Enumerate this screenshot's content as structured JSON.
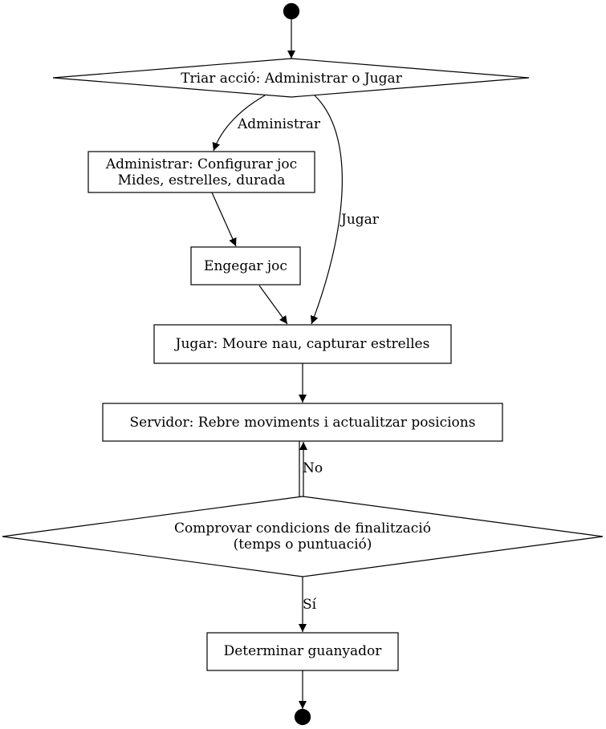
{
  "diagram": {
    "type": "flowchart",
    "nodes": {
      "start": {
        "shape": "circle",
        "label": ""
      },
      "triar": {
        "shape": "diamond",
        "lines": [
          "Triar acció: Administrar o Jugar"
        ]
      },
      "admin": {
        "shape": "rect",
        "lines": [
          "Administrar: Configurar joc",
          "Mides, estrelles, durada"
        ]
      },
      "engegar": {
        "shape": "rect",
        "lines": [
          "Engegar joc"
        ]
      },
      "jugar": {
        "shape": "rect",
        "lines": [
          "Jugar: Moure nau, capturar estrelles"
        ]
      },
      "servidor": {
        "shape": "rect",
        "lines": [
          "Servidor: Rebre moviments i actualitzar posicions"
        ]
      },
      "comprovar": {
        "shape": "diamond",
        "lines": [
          "Comprovar condicions de finalització",
          "(temps o puntuació)"
        ]
      },
      "guanyador": {
        "shape": "rect",
        "lines": [
          "Determinar guanyador"
        ]
      },
      "end": {
        "shape": "circle",
        "label": ""
      }
    },
    "edges": [
      {
        "from": "start",
        "to": "triar",
        "label": ""
      },
      {
        "from": "triar",
        "to": "admin",
        "label": "Administrar"
      },
      {
        "from": "triar",
        "to": "jugar",
        "label": "Jugar"
      },
      {
        "from": "admin",
        "to": "engegar",
        "label": ""
      },
      {
        "from": "engegar",
        "to": "jugar",
        "label": ""
      },
      {
        "from": "jugar",
        "to": "servidor",
        "label": ""
      },
      {
        "from": "servidor",
        "to": "comprovar",
        "label": ""
      },
      {
        "from": "comprovar",
        "to": "servidor",
        "label": "No"
      },
      {
        "from": "comprovar",
        "to": "guanyador",
        "label": "Sí"
      },
      {
        "from": "guanyador",
        "to": "end",
        "label": ""
      }
    ]
  },
  "colors": {
    "stroke": "#000000",
    "fill": "#ffffff",
    "terminal": "#000000"
  }
}
